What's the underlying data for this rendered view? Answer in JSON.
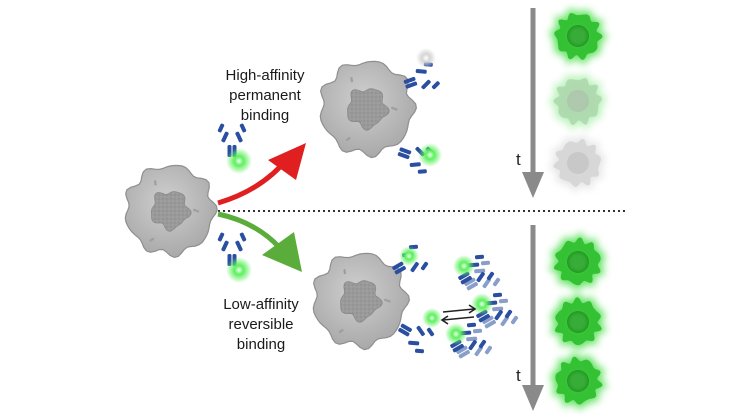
{
  "labels": {
    "high": [
      "High-affinity",
      "permanent",
      "binding"
    ],
    "low": [
      "Low-affinity",
      "reversible",
      "binding"
    ],
    "time": "t"
  },
  "colors": {
    "cell": "#bdbdbd",
    "cell_dark": "#8f8f8f",
    "antibody": "#2b4fa0",
    "fluor": "#3ee03e",
    "arrow_high": "#e02020",
    "arrow_low": "#5aad3a",
    "time_arrow": "#8a8a8a",
    "divider": "#333333"
  },
  "fluorescence": {
    "high_affinity_levels": [
      1.0,
      0.45,
      0.0
    ],
    "low_affinity_levels": [
      1.0,
      1.0,
      1.0
    ]
  }
}
